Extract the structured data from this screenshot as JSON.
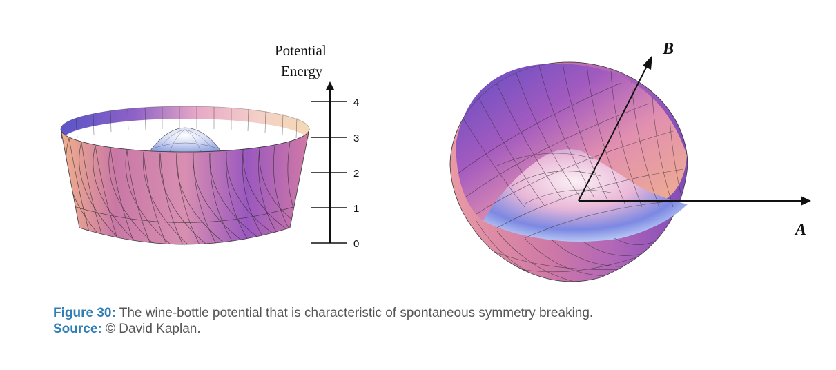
{
  "figure": {
    "axis_title_line1": "Potential",
    "axis_title_line2": "Energy",
    "ticks": [
      "4",
      "3",
      "2",
      "1",
      "0"
    ],
    "axis_a_label": "A",
    "axis_b_label": "B"
  },
  "caption": {
    "figure_label": "Figure 30:",
    "figure_text": " The wine-bottle potential that is characteristic of spontaneous symmetry breaking.",
    "source_label": "Source:",
    "source_text": " © David Kaplan."
  },
  "colors": {
    "caption_label": "#2f7fb6",
    "caption_text": "#555555",
    "bowl_violet": "#7b4fc0",
    "bowl_pink": "#e69aa8",
    "bowl_peach": "#f1c39b",
    "mesh_line": "#2a2a2a"
  }
}
